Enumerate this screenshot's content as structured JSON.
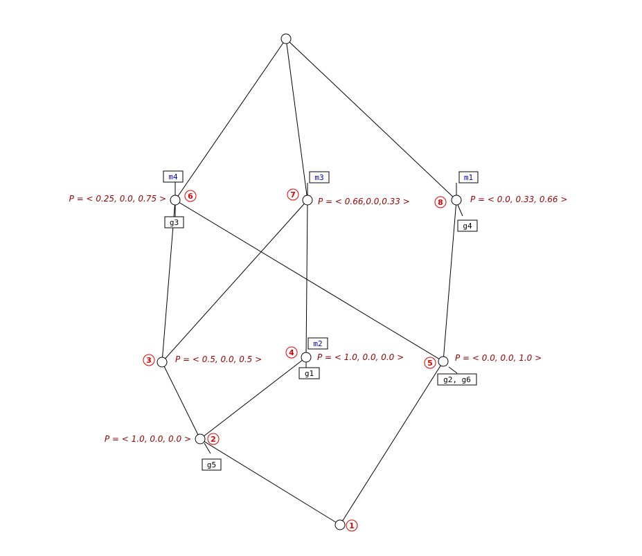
{
  "colors": {
    "attribute_label": "#0000cc",
    "object_label": "#000000",
    "probability": "#990000",
    "node_number": "#e00000",
    "fill_blue": "#0000ff",
    "fill_black": "#000000",
    "edge": "#000000"
  },
  "nodes": [
    {
      "id": "top",
      "number": "",
      "fill": "none"
    },
    {
      "id": "n6",
      "number": "6",
      "fill": "blue-over-black",
      "attribute": "m4",
      "object": "g3",
      "probability": "P = < 0.25, 0.0, 0.75 >"
    },
    {
      "id": "n7",
      "number": "7",
      "fill": "blue-over-white",
      "attribute": "m3",
      "object": "",
      "probability": "P = < 0.66,0.0,0.33 >"
    },
    {
      "id": "n8",
      "number": "8",
      "fill": "blue-over-black",
      "attribute": "m1",
      "object": "g4",
      "probability": "P = < 0.0, 0.33, 0.66 >"
    },
    {
      "id": "n3",
      "number": "3",
      "fill": "none",
      "attribute": "",
      "object": "",
      "probability": "P = < 0.5, 0.0, 0.5 >"
    },
    {
      "id": "n4",
      "number": "4",
      "fill": "blue-over-black",
      "attribute": "m2",
      "object": "g1",
      "probability": "P = < 1.0, 0.0, 0.0 >"
    },
    {
      "id": "n5",
      "number": "5",
      "fill": "white-over-black",
      "attribute": "",
      "object": "g2, g6",
      "probability": "P = < 0.0, 0.0, 1.0 >"
    },
    {
      "id": "n2",
      "number": "2",
      "fill": "white-over-black",
      "attribute": "",
      "object": "g5",
      "probability": "P = < 1.0, 0.0, 0.0 >"
    },
    {
      "id": "n1",
      "number": "1",
      "fill": "none",
      "attribute": "",
      "object": "",
      "probability": ""
    }
  ],
  "edges": [
    [
      "top",
      "n6"
    ],
    [
      "top",
      "n7"
    ],
    [
      "top",
      "n8"
    ],
    [
      "n6",
      "n3"
    ],
    [
      "n6",
      "n5"
    ],
    [
      "n7",
      "n3"
    ],
    [
      "n7",
      "n4"
    ],
    [
      "n8",
      "n5"
    ],
    [
      "n3",
      "n2"
    ],
    [
      "n4",
      "n2"
    ],
    [
      "n2",
      "n1"
    ],
    [
      "n5",
      "n1"
    ]
  ]
}
